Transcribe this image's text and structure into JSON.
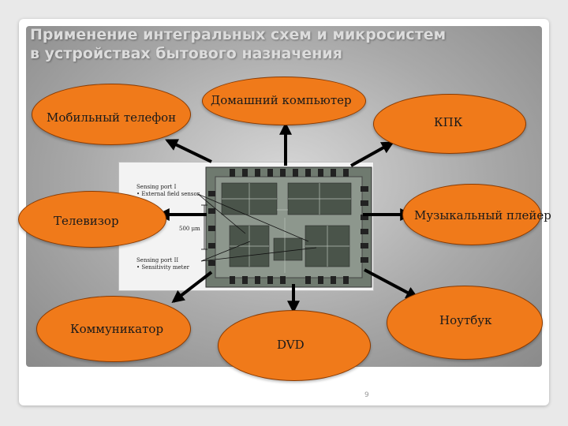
{
  "slide": {
    "title_line1": "Применение интегральных схем и микросистем",
    "title_line2": "в устройствах бытового назначения",
    "page_number": "9"
  },
  "diagram": {
    "colors": {
      "node_fill": "#f07a1a",
      "node_border": "#8a3a00",
      "arrow": "#000000"
    },
    "center_image": {
      "labels": {
        "sensing_port_1": "Sensing port I",
        "external_field_sensor": "• External field sensor",
        "scale": "500 μm",
        "sensing_port_2": "Sensing port II",
        "sensitivity_meter": "• Sensitivity meter"
      }
    },
    "nodes": {
      "home_computer": "Домашний компьютер",
      "mobile_phone": "Мобильный телефон",
      "pda": "КПК",
      "tv": "Телевизор",
      "music_player": "Музыкальный плейер",
      "communicator": "Коммуникатор",
      "dvd": "DVD",
      "laptop": "Ноутбук"
    }
  }
}
